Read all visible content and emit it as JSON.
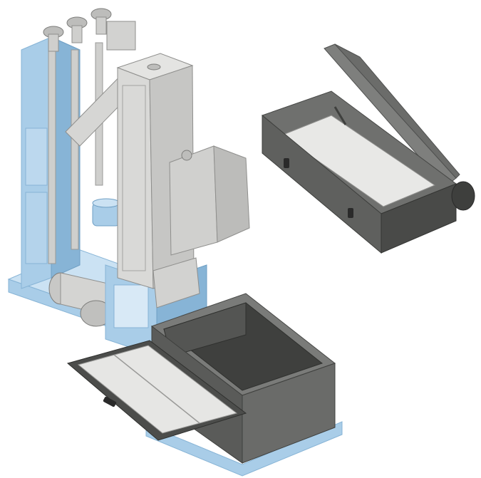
{
  "scene": {
    "description_items": [
      "filtration-unit-assembly",
      "enclosed-filter-housing-with-open-lid",
      "open-collection-tank-with-pull-out-tray"
    ],
    "colors": {
      "frame_blue": "#a9cde8",
      "frame_blue_dark": "#87b4d6",
      "frame_blue_light": "#cbe2f3",
      "steel_light": "#dcdcda",
      "steel_mid": "#bdbdbb",
      "steel_dark": "#8f8f8d",
      "housing_dark": "#6f706e",
      "housing_darker": "#575856",
      "housing_inner": "#3f403e",
      "tray_light": "#e4e4e2",
      "handle_black": "#2a2a2a",
      "background": "#ffffff"
    }
  }
}
